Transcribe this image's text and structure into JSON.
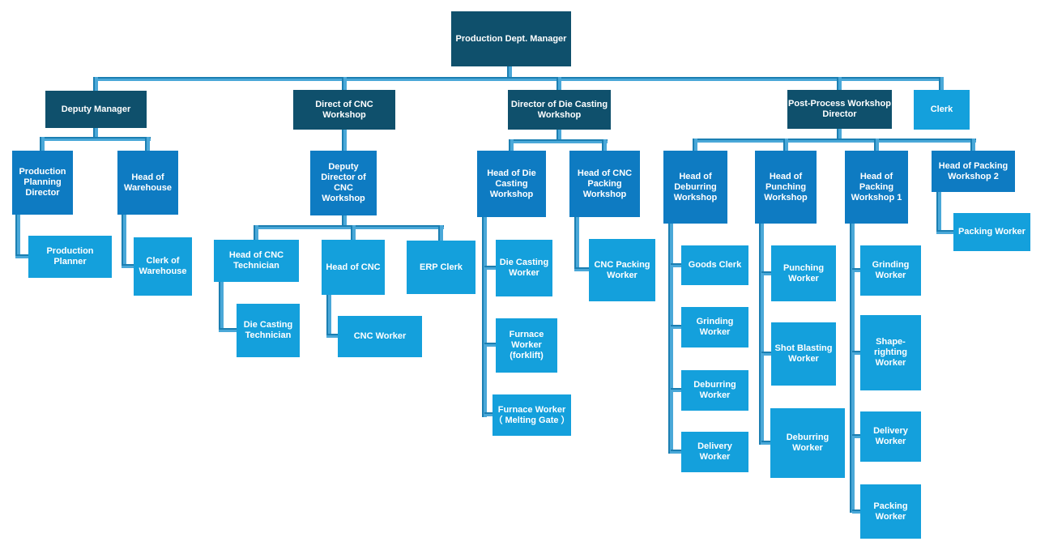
{
  "colors": {
    "background": "#FFFFFF",
    "level_dark": "#0F506C",
    "level_medium": "#0E7BC2",
    "level_light": "#14A0DC",
    "connector_light": "#4AA8D8",
    "connector_dark": "#1B7FB2",
    "text": "#FFFFFF"
  },
  "org_chart": {
    "type": "org-chart",
    "nodes": [
      {
        "id": "production-dept-manager",
        "label": "Production Dept. Manager",
        "tone": "dark",
        "parent": null
      },
      {
        "id": "deputy-manager",
        "label": "Deputy Manager",
        "tone": "dark",
        "parent": "production-dept-manager"
      },
      {
        "id": "direct-of-cnc-workshop",
        "label": "Direct of CNC\nWorkshop",
        "tone": "dark",
        "parent": "production-dept-manager"
      },
      {
        "id": "director-of-die-casting-workshop",
        "label": "Director of Die Casting\nWorkshop",
        "tone": "dark",
        "parent": "production-dept-manager"
      },
      {
        "id": "post-process-workshop-director",
        "label": "Post-Process Workshop\nDirector",
        "tone": "dark",
        "parent": "production-dept-manager"
      },
      {
        "id": "clerk",
        "label": "Clerk",
        "tone": "light",
        "parent": "production-dept-manager"
      },
      {
        "id": "production-planning-director",
        "label": "Production\nPlanning\nDirector",
        "tone": "medium",
        "parent": "deputy-manager"
      },
      {
        "id": "head-of-warehouse",
        "label": "Head of\nWarehouse",
        "tone": "medium",
        "parent": "deputy-manager"
      },
      {
        "id": "production-planner",
        "label": "Production Planner",
        "tone": "light",
        "parent": "production-planning-director"
      },
      {
        "id": "clerk-of-warehouse",
        "label": "Clerk of\nWarehouse",
        "tone": "light",
        "parent": "head-of-warehouse"
      },
      {
        "id": "deputy-director-of-cnc-workshop",
        "label": "Deputy\nDirector of CNC\nWorkshop",
        "tone": "medium",
        "parent": "direct-of-cnc-workshop"
      },
      {
        "id": "head-of-cnc-technician",
        "label": "Head of CNC\nTechnician",
        "tone": "light",
        "parent": "deputy-director-of-cnc-workshop"
      },
      {
        "id": "head-of-cnc",
        "label": "Head of CNC",
        "tone": "light",
        "parent": "deputy-director-of-cnc-workshop"
      },
      {
        "id": "erp-clerk",
        "label": "ERP Clerk",
        "tone": "light",
        "parent": "deputy-director-of-cnc-workshop"
      },
      {
        "id": "die-casting-technician",
        "label": "Die Casting\nTechnician",
        "tone": "light",
        "parent": "head-of-cnc-technician"
      },
      {
        "id": "cnc-worker",
        "label": "CNC Worker",
        "tone": "light",
        "parent": "head-of-cnc"
      },
      {
        "id": "head-of-die-casting-workshop",
        "label": "Head of Die\nCasting\nWorkshop",
        "tone": "medium",
        "parent": "director-of-die-casting-workshop"
      },
      {
        "id": "head-of-cnc-packing-workshop",
        "label": "Head of CNC\nPacking\nWorkshop",
        "tone": "medium",
        "parent": "director-of-die-casting-workshop"
      },
      {
        "id": "die-casting-worker",
        "label": "Die Casting\nWorker",
        "tone": "light",
        "parent": "head-of-die-casting-workshop"
      },
      {
        "id": "furnace-worker-forklift",
        "label": "Furnace\nWorker\n(forklift)",
        "tone": "light",
        "parent": "head-of-die-casting-workshop"
      },
      {
        "id": "furnace-worker-melting-gate",
        "label": "Furnace Worker\n（ Melting Gate ）",
        "tone": "light",
        "parent": "head-of-die-casting-workshop"
      },
      {
        "id": "cnc-packing-worker",
        "label": "CNC Packing\nWorker",
        "tone": "light",
        "parent": "head-of-cnc-packing-workshop"
      },
      {
        "id": "head-of-deburring-workshop",
        "label": "Head of\nDeburring\nWorkshop",
        "tone": "medium",
        "parent": "post-process-workshop-director"
      },
      {
        "id": "head-of-punching-workshop",
        "label": "Head of\nPunching\nWorkshop",
        "tone": "medium",
        "parent": "post-process-workshop-director"
      },
      {
        "id": "head-of-packing-workshop-1",
        "label": "Head of\nPacking\nWorkshop 1",
        "tone": "medium",
        "parent": "post-process-workshop-director"
      },
      {
        "id": "head-of-packing-workshop-2",
        "label": "Head of Packing\nWorkshop 2",
        "tone": "medium",
        "parent": "post-process-workshop-director"
      },
      {
        "id": "goods-clerk",
        "label": "Goods Clerk",
        "tone": "light",
        "parent": "head-of-deburring-workshop"
      },
      {
        "id": "grinding-worker-deburring",
        "label": "Grinding\nWorker",
        "tone": "light",
        "parent": "head-of-deburring-workshop"
      },
      {
        "id": "deburring-worker-deburring",
        "label": "Deburring\nWorker",
        "tone": "light",
        "parent": "head-of-deburring-workshop"
      },
      {
        "id": "delivery-worker-deburring",
        "label": "Delivery\nWorker",
        "tone": "light",
        "parent": "head-of-deburring-workshop"
      },
      {
        "id": "punching-worker",
        "label": "Punching\nWorker",
        "tone": "light",
        "parent": "head-of-punching-workshop"
      },
      {
        "id": "shot-blasting-worker",
        "label": "Shot Blasting\nWorker",
        "tone": "light",
        "parent": "head-of-punching-workshop"
      },
      {
        "id": "deburring-worker-punching",
        "label": "Deburring\nWorker",
        "tone": "light",
        "parent": "head-of-punching-workshop"
      },
      {
        "id": "grinding-worker-packing1",
        "label": "Grinding\nWorker",
        "tone": "light",
        "parent": "head-of-packing-workshop-1"
      },
      {
        "id": "shape-righting-worker",
        "label": "Shape-\nrighting\nWorker",
        "tone": "light",
        "parent": "head-of-packing-workshop-1"
      },
      {
        "id": "delivery-worker-packing1",
        "label": "Delivery\nWorker",
        "tone": "light",
        "parent": "head-of-packing-workshop-1"
      },
      {
        "id": "packing-worker-packing1",
        "label": "Packing\nWorker",
        "tone": "light",
        "parent": "head-of-packing-workshop-1"
      },
      {
        "id": "packing-worker-packing2",
        "label": "Packing Worker",
        "tone": "light",
        "parent": "head-of-packing-workshop-2"
      }
    ]
  }
}
